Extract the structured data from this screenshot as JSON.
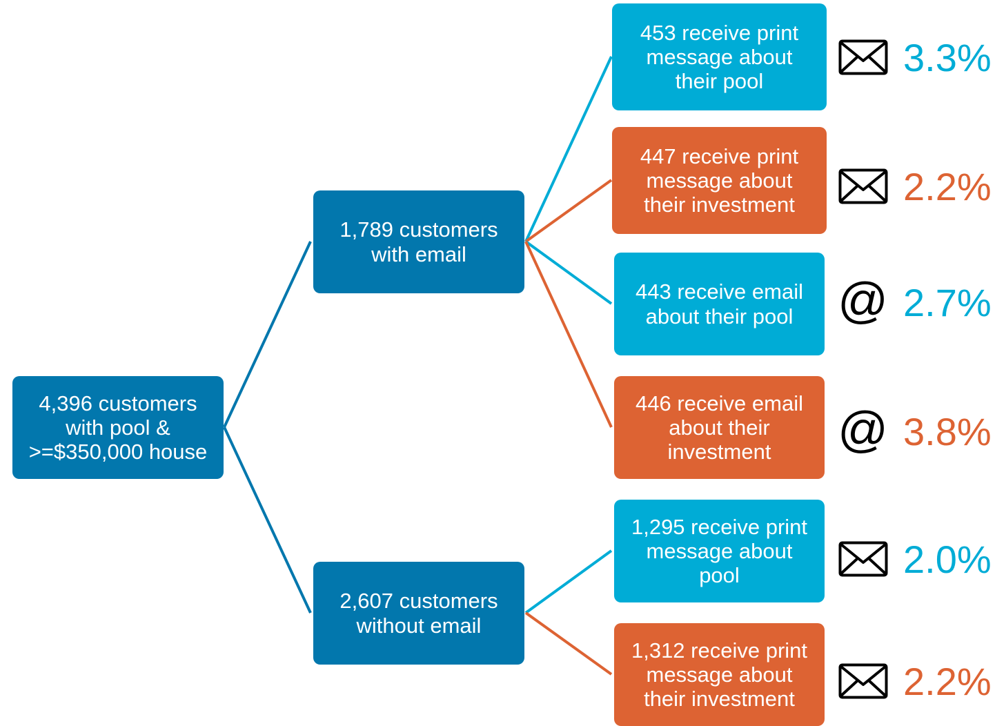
{
  "root": {
    "text": "4,396 customers\nwith pool &\n>=$350,000 house"
  },
  "groups": [
    {
      "text": "1,789 customers\nwith email"
    },
    {
      "text": "2,607 customers\nwithout email"
    }
  ],
  "leaves": [
    {
      "text": "453 receive print\nmessage about\ntheir pool",
      "channel": "envelope-icon",
      "rate": "3.3%",
      "color": "#00acd6"
    },
    {
      "text": "447 receive print\nmessage about\ntheir investment",
      "channel": "envelope-icon",
      "rate": "2.2%",
      "color": "#dd6333"
    },
    {
      "text": "443 receive email\nabout their pool",
      "channel": "at-sign-icon",
      "rate": "2.7%",
      "color": "#00acd6"
    },
    {
      "text": "446 receive email\nabout their\ninvestment",
      "channel": "at-sign-icon",
      "rate": "3.8%",
      "color": "#dd6333"
    },
    {
      "text": "1,295 receive print\nmessage about\npool",
      "channel": "envelope-icon",
      "rate": "2.0%",
      "color": "#00acd6"
    },
    {
      "text": "1,312 receive print\nmessage about\ntheir investment",
      "channel": "envelope-icon",
      "rate": "2.2%",
      "color": "#dd6333"
    }
  ],
  "colors": {
    "dark_blue": "#0277ad",
    "cyan": "#00acd6",
    "orange": "#dd6333"
  },
  "at_symbol": "@"
}
